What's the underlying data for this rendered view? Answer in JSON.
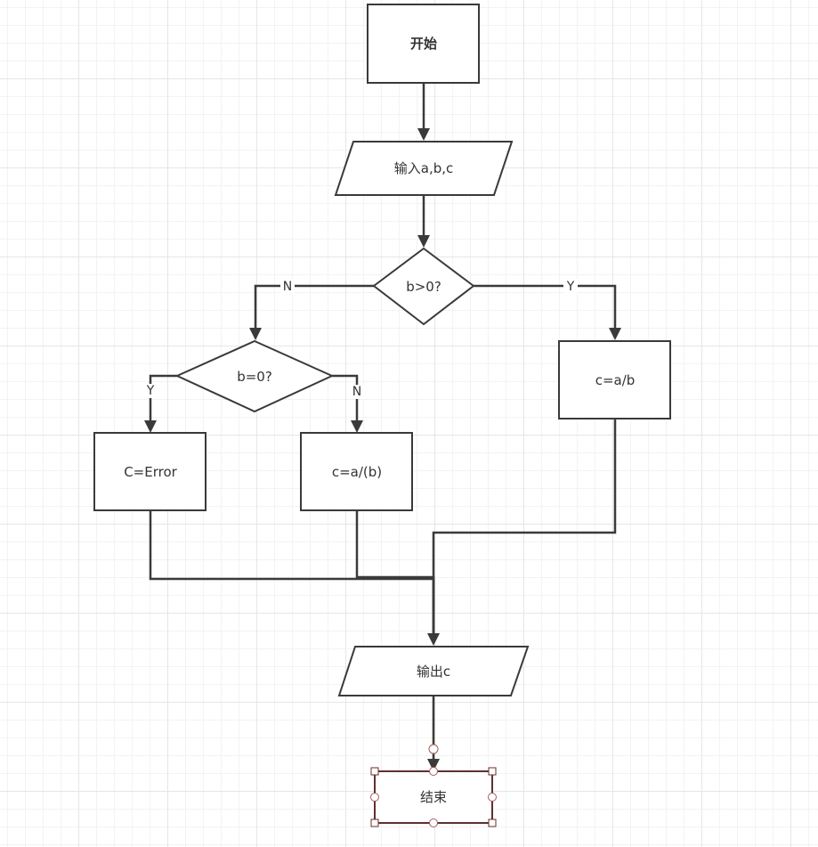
{
  "diagram": {
    "nodes": {
      "start": "开始",
      "input": "输入a,b,c",
      "decision_b_gt_0": "b>0?",
      "decision_b_eq_0": "b=0?",
      "c_error": "C=Error",
      "c_a_over_paren_b": "c=a/(b)",
      "c_a_over_b": "c=a/b",
      "output": "输出c",
      "end": "结束"
    },
    "edge_labels": {
      "b_gt_0_no": "N",
      "b_gt_0_yes": "Y",
      "b_eq_0_yes": "Y",
      "b_eq_0_no": "N"
    },
    "selected_node": "end"
  },
  "colors": {
    "stroke": "#3a3a3a",
    "text": "#333333",
    "grid_major": "#e6e6e6",
    "grid_minor": "#f3f3f3",
    "selection": "#6b2c2c"
  }
}
